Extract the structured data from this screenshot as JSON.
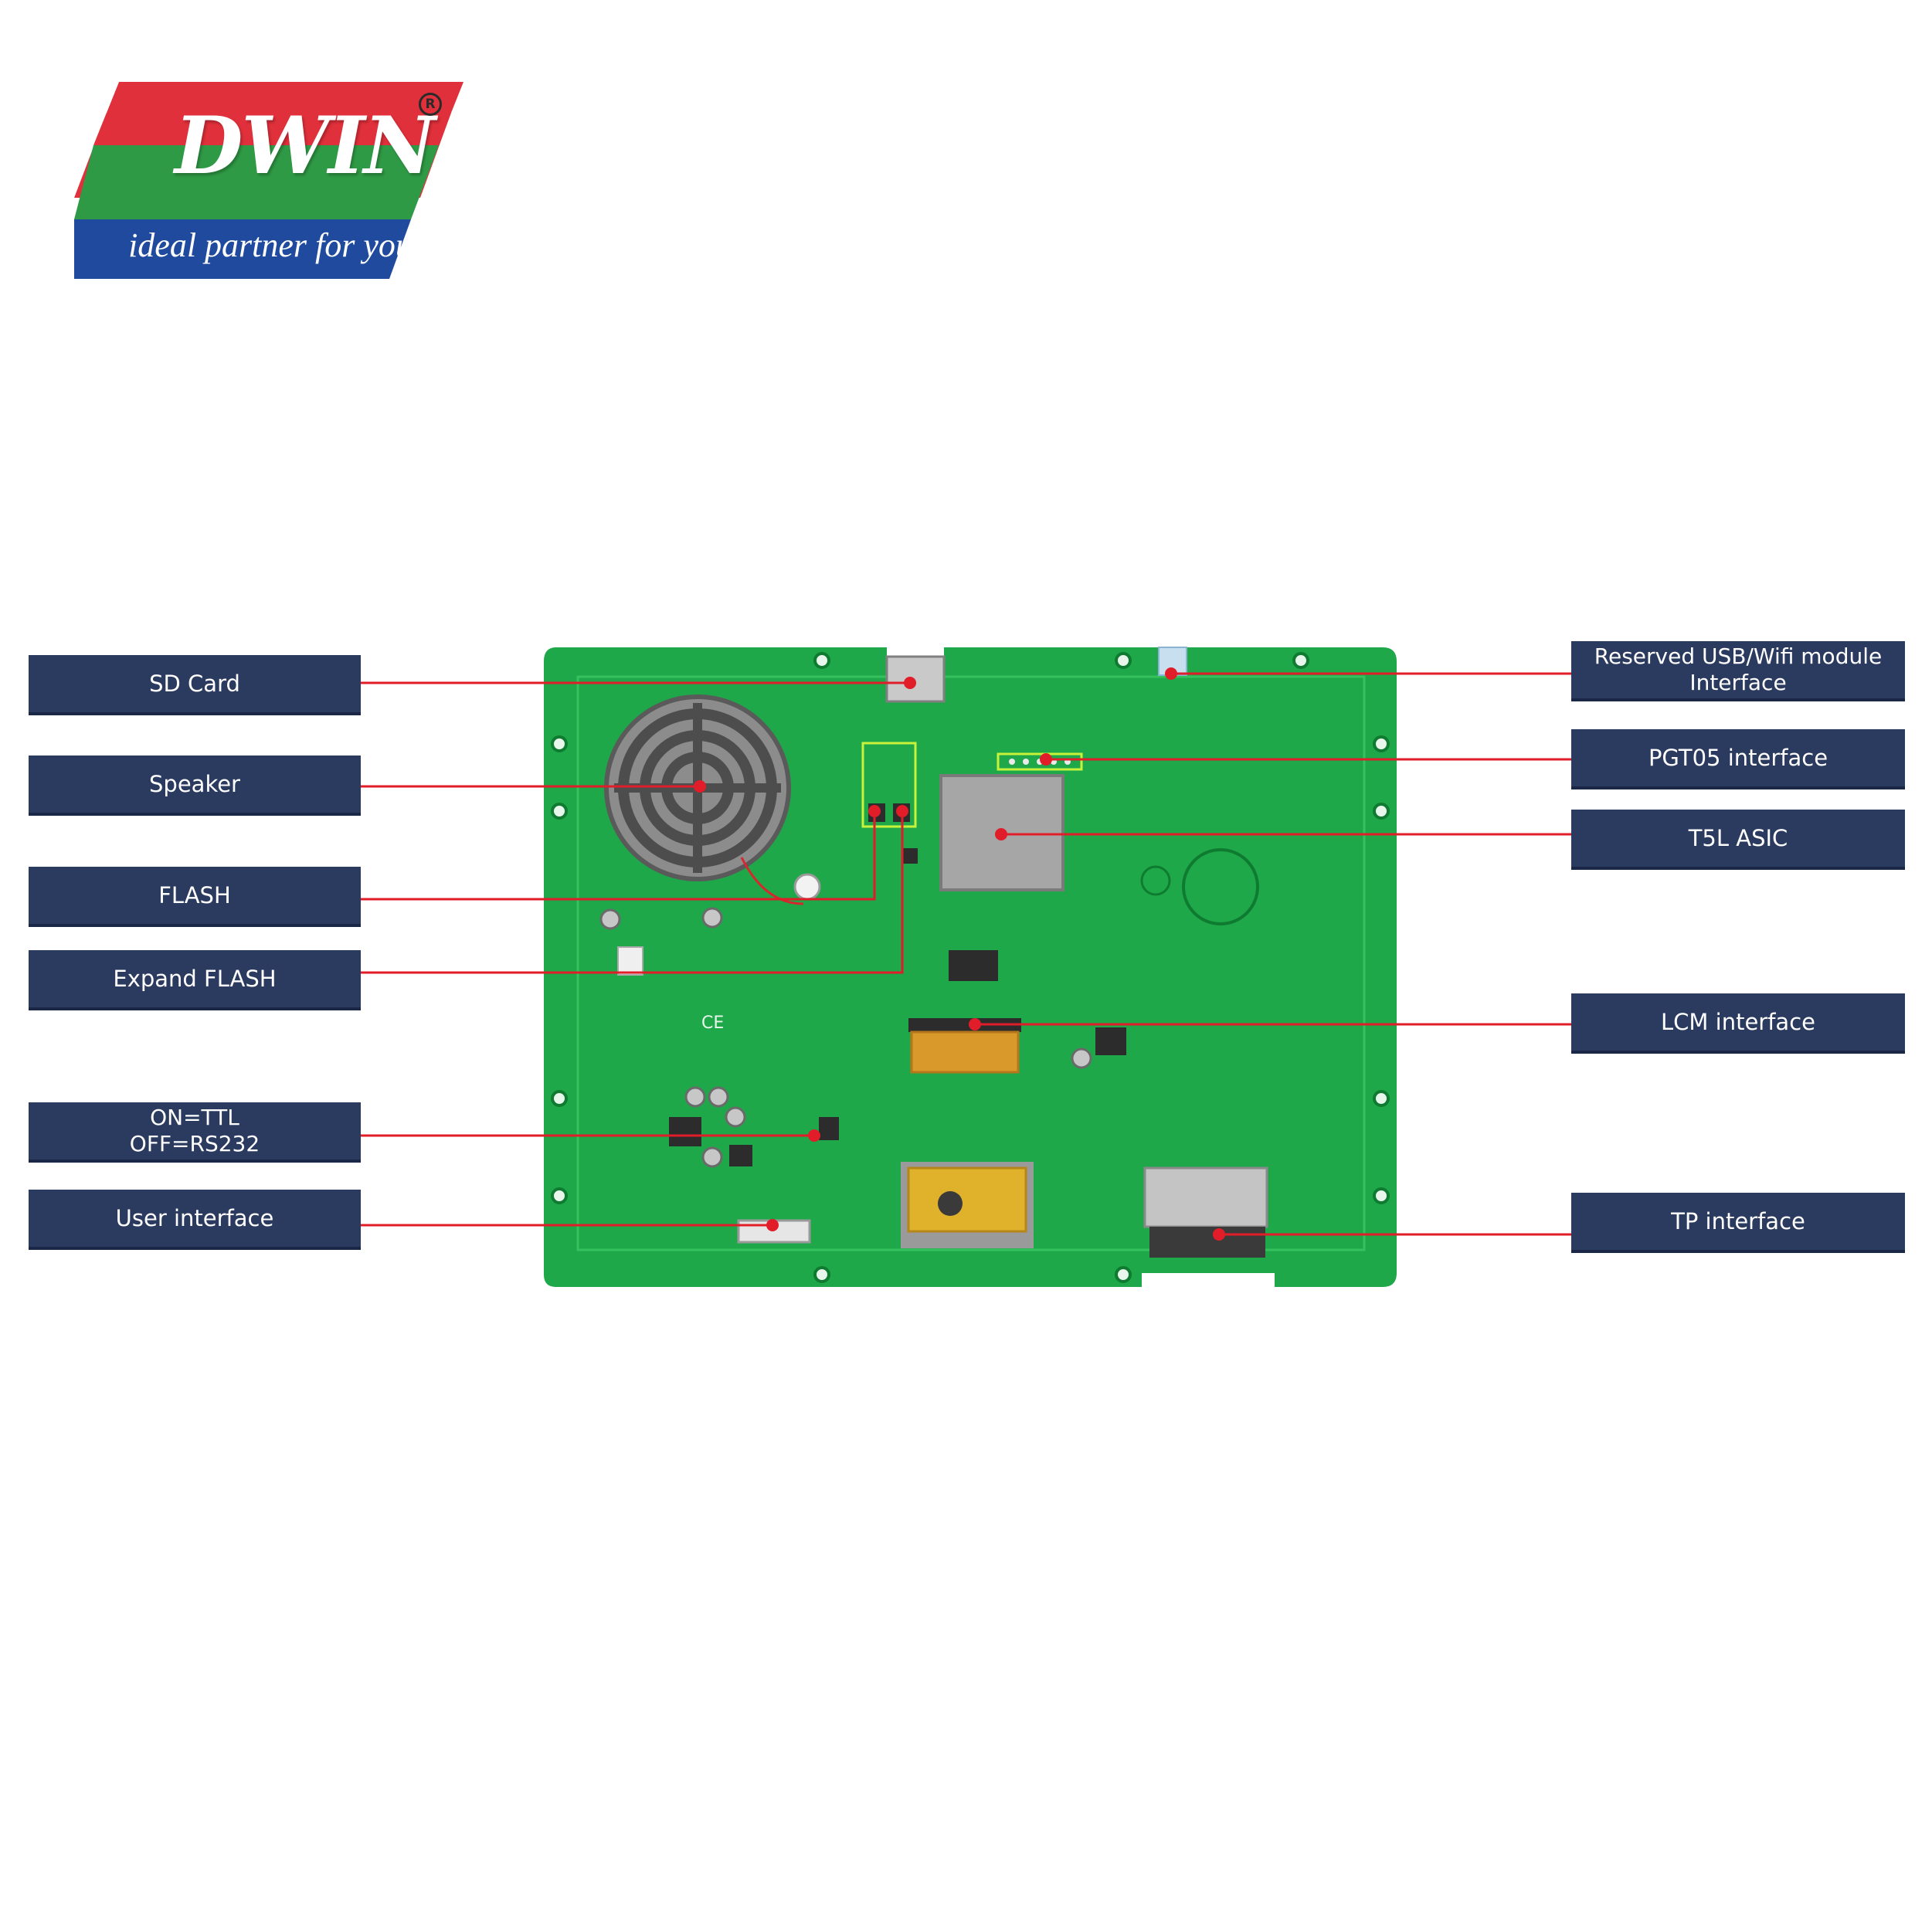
{
  "brand": {
    "name": "DWIN",
    "tagline": "ideal partner for you",
    "registered_mark": "R",
    "colors": {
      "red": "#e0303b",
      "green": "#2f9a45",
      "blue": "#1f4a9e"
    }
  },
  "board": {
    "pcb_color": "#1fa849",
    "ce_marking": "CE",
    "callouts_left": [
      {
        "label": "SD Card"
      },
      {
        "label": "Speaker"
      },
      {
        "label": "FLASH"
      },
      {
        "label": "Expand FLASH"
      },
      {
        "line1": "ON=TTL",
        "line2": "OFF=RS232"
      },
      {
        "label": "User interface"
      }
    ],
    "callouts_right": [
      {
        "line1": "Reserved USB/Wifi module",
        "line2": "Interface"
      },
      {
        "label": "PGT05 interface"
      },
      {
        "label": "T5L ASIC"
      },
      {
        "label": "LCM interface"
      },
      {
        "label": "TP interface"
      }
    ]
  },
  "colors": {
    "label_bg": "#2b3a5f",
    "leader_line": "#e11d2a"
  }
}
